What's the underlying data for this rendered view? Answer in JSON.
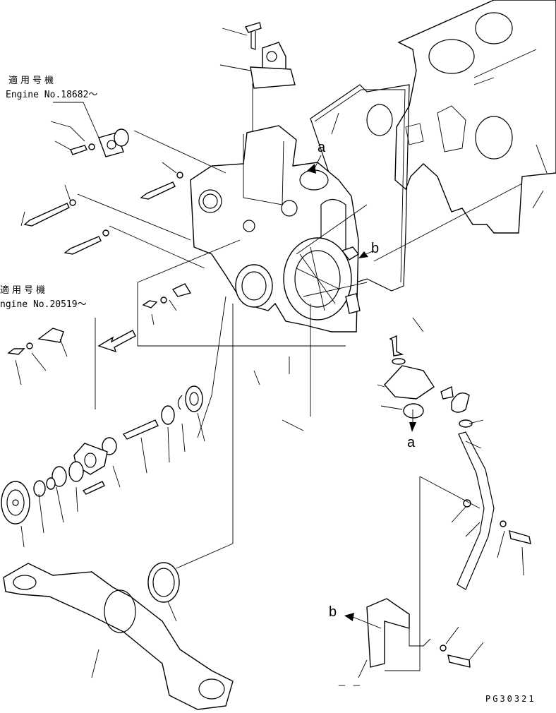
{
  "labels": {
    "applicable_1": "適用号機",
    "engine_no_1": "Engine No.18682～",
    "applicable_2": "適用号機",
    "engine_no_2": "ngine No.20519～",
    "ref_a_top": "a",
    "ref_b_right": "b",
    "ref_a_lower": "a",
    "ref_b_lower": "b",
    "drawing_code": "PG30321",
    "dash_mark": "－ －"
  }
}
